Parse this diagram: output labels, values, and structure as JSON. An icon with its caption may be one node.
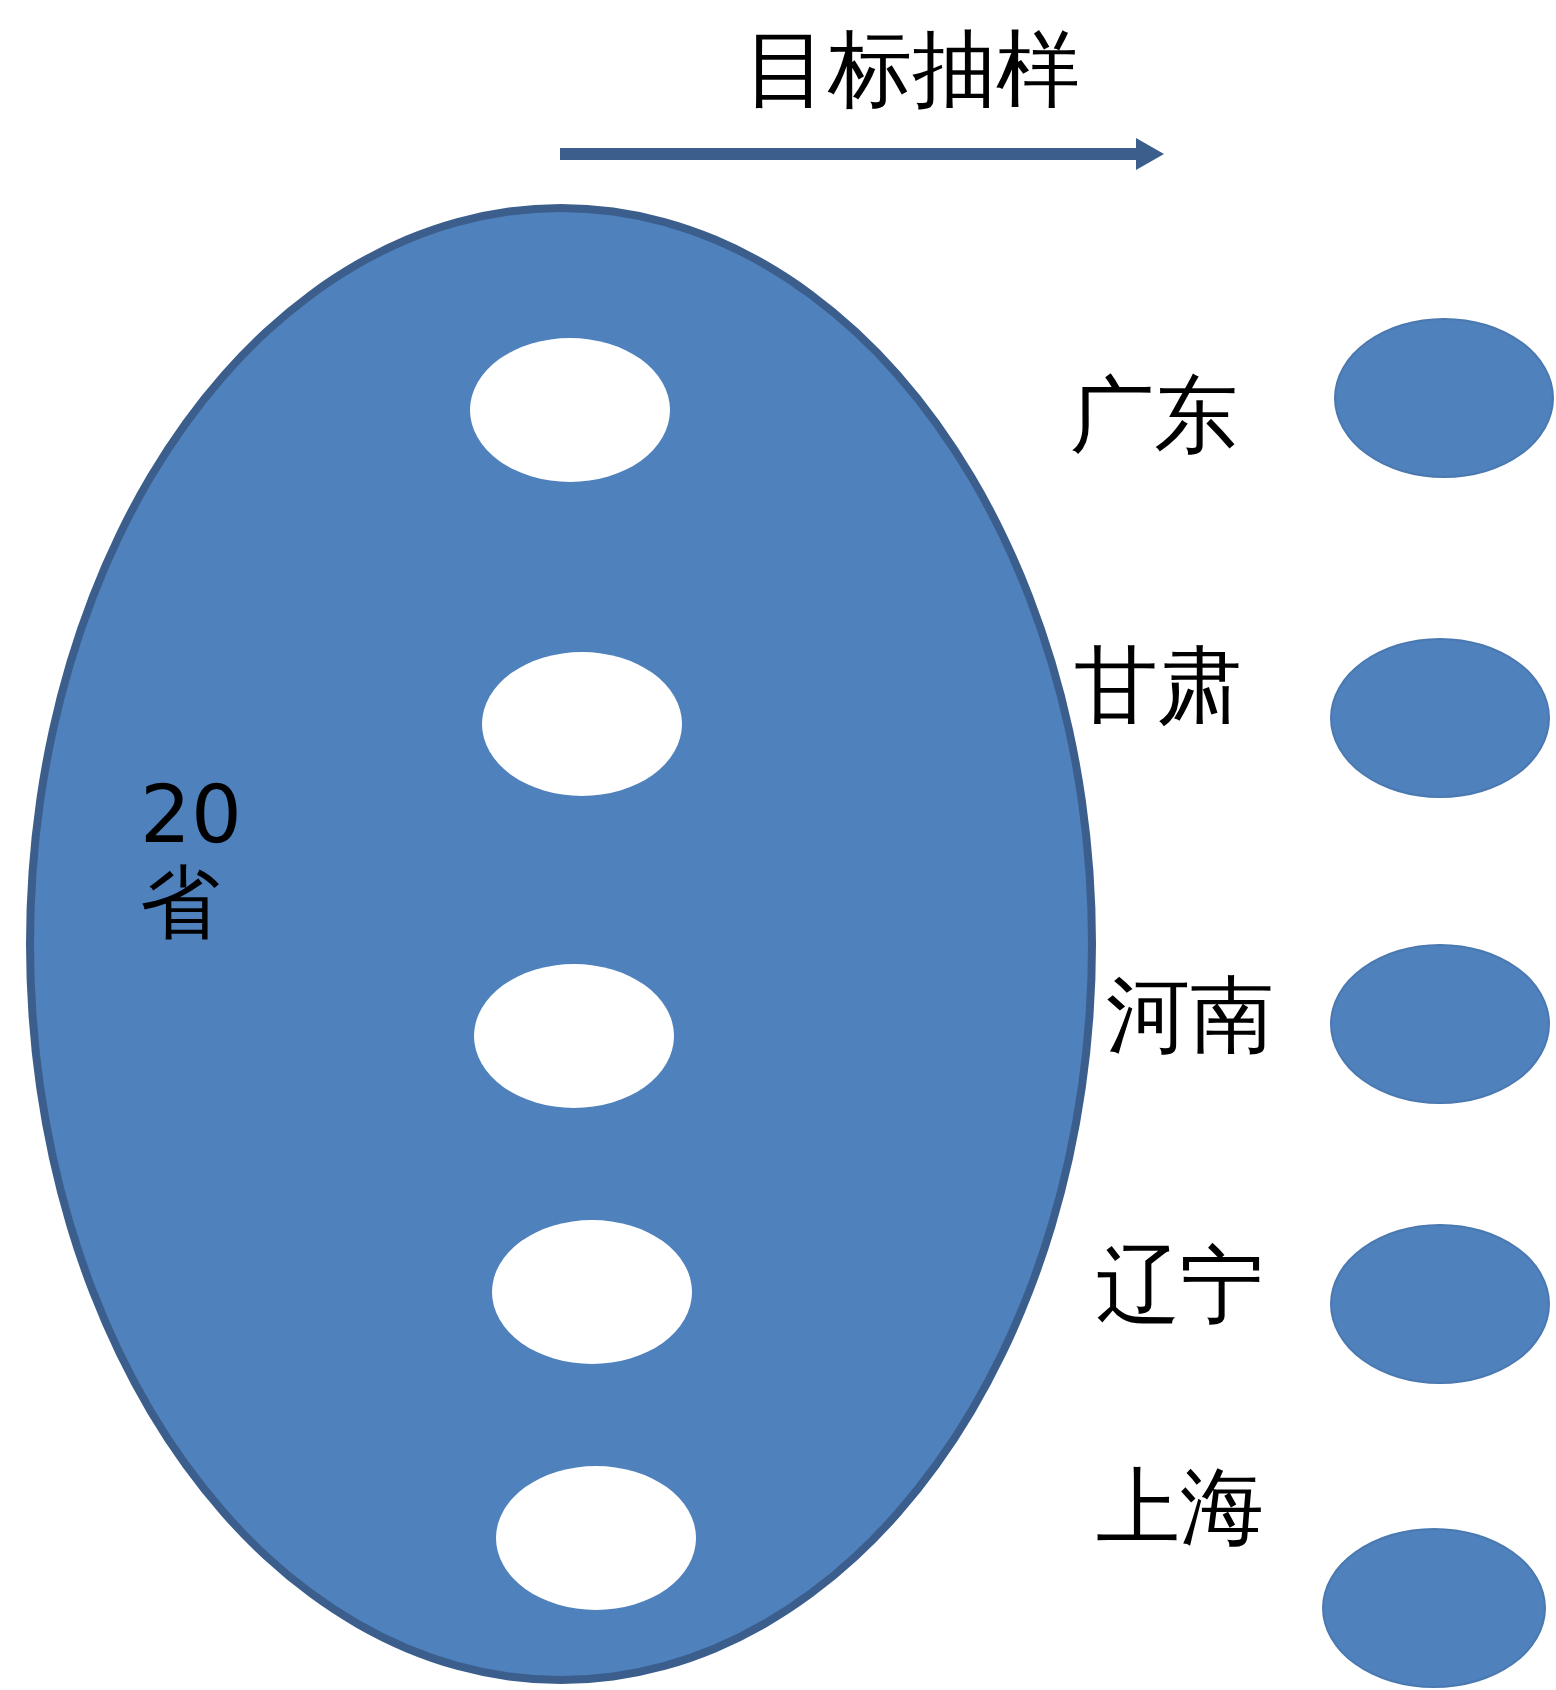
{
  "diagram": {
    "nodes": [
      {
        "text": [
          "20省"
        ]
      },
      {
        "text": [],
        "shape": "circle",
        "in": 0
      },
      {
        "text": [],
        "shape": "circle",
        "in": 0
      },
      {
        "text": [],
        "shape": "circle",
        "in": 0
      },
      {
        "text": [],
        "shape": "circle",
        "in": 0
      },
      {
        "text": [],
        "shape": "circle",
        "in": 0
      },
      {
        "text": [],
        "shape": "circle",
        "beside": [
          "广东"
        ]
      },
      {
        "text": [],
        "shape": "circle",
        "beside": [
          "甘肃"
        ]
      },
      {
        "text": [],
        "shape": "circle",
        "beside": [
          "河南"
        ]
      },
      {
        "text": [],
        "shape": "circle",
        "beside": [
          "辽宁"
        ]
      },
      {
        "text": [],
        "shape": "circle",
        "beside": [
          "上海"
        ]
      }
    ],
    "labels": [
      "目标抽样"
    ]
  }
}
